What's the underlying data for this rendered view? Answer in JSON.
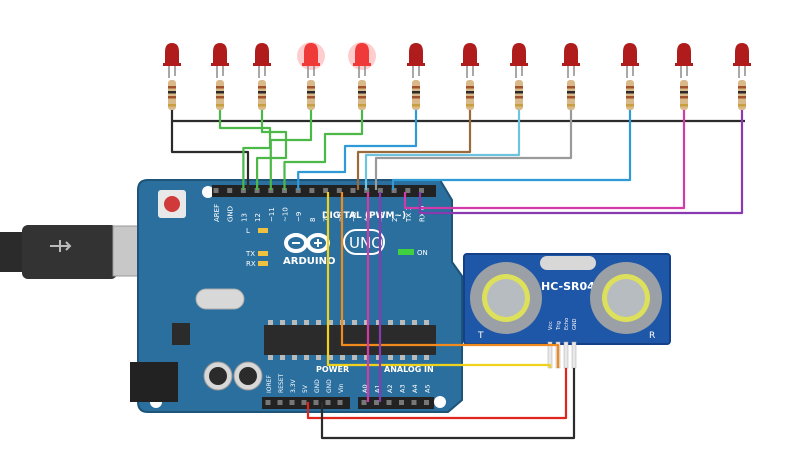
{
  "board": {
    "brand": "ARDUINO",
    "model": "UNO",
    "digital_label": "DIGITAL (PWM~)",
    "power_label": "POWER",
    "analog_label": "ANALOG IN",
    "on_label": "ON",
    "l_label": "L",
    "tx_label": "TX",
    "rx_label": "RX",
    "digital_pins": [
      "AREF",
      "GND",
      "13",
      "12",
      "~11",
      "~10",
      "~9",
      "8",
      "7",
      "~6",
      "~5",
      "4",
      "~3",
      "2",
      "TX 1",
      "RX 0"
    ],
    "power_pins": [
      "IOREF",
      "RESET",
      "3.3V",
      "5V",
      "GND",
      "GND",
      "Vin"
    ],
    "analog_pins": [
      "A0",
      "A1",
      "A2",
      "A3",
      "A4",
      "A5"
    ]
  },
  "sensor": {
    "model": "HC-SR04",
    "pins": [
      "Vcc",
      "Trig",
      "Echo",
      "GND"
    ],
    "left_mark": "T",
    "right_mark": "R"
  },
  "leds": {
    "count": 12,
    "lit": [
      false,
      false,
      false,
      true,
      true,
      false,
      false,
      false,
      false,
      false,
      false,
      false
    ],
    "color_off": "#b01c1c",
    "color_on": "#f03a3a"
  },
  "wire_colors": {
    "black": "#2b2b2b",
    "green": "#4cb848",
    "brown": "#9a6a3a",
    "light_blue": "#6ec3e0",
    "gray": "#9a9a9a",
    "blue": "#2e9bd6",
    "magenta": "#d23aa8",
    "purple": "#8a3ab0",
    "orange": "#f08a1c",
    "yellow": "#f0d21c",
    "red": "#e0261c"
  },
  "board_color": "#2a6f9e"
}
